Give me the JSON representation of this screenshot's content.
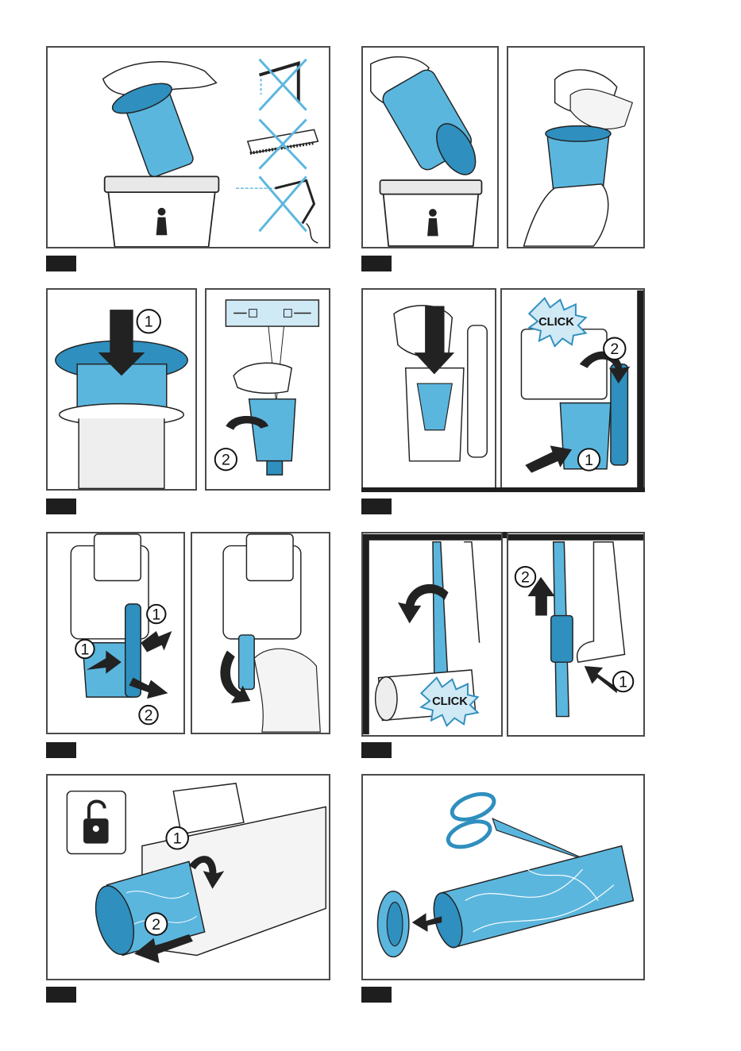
{
  "colors": {
    "accent_blue": "#5bb6de",
    "accent_blue_dark": "#2f8fbe",
    "frame_border": "#4a4a4a",
    "label_fill": "#1e1e1e",
    "line": "#222222"
  },
  "icons": [
    "hand-icon",
    "trash-bin-icon",
    "faucet-icon",
    "brush-icon",
    "pressure-washer-icon",
    "crossed-out-icon",
    "lock-icon",
    "unlock-icon",
    "scissors-icon",
    "arrow-icon"
  ],
  "steps": [
    {
      "markers": []
    },
    {
      "markers": []
    },
    {
      "markers": [
        "1",
        "2"
      ]
    },
    {
      "markers": [
        "2",
        "1"
      ],
      "callout": "CLICK"
    },
    {
      "markers": [
        "1",
        "1",
        "2"
      ]
    },
    {
      "markers": [
        "2",
        "1"
      ],
      "callout": "CLICK"
    },
    {
      "markers": [
        "1",
        "2"
      ]
    },
    {
      "markers": []
    }
  ]
}
